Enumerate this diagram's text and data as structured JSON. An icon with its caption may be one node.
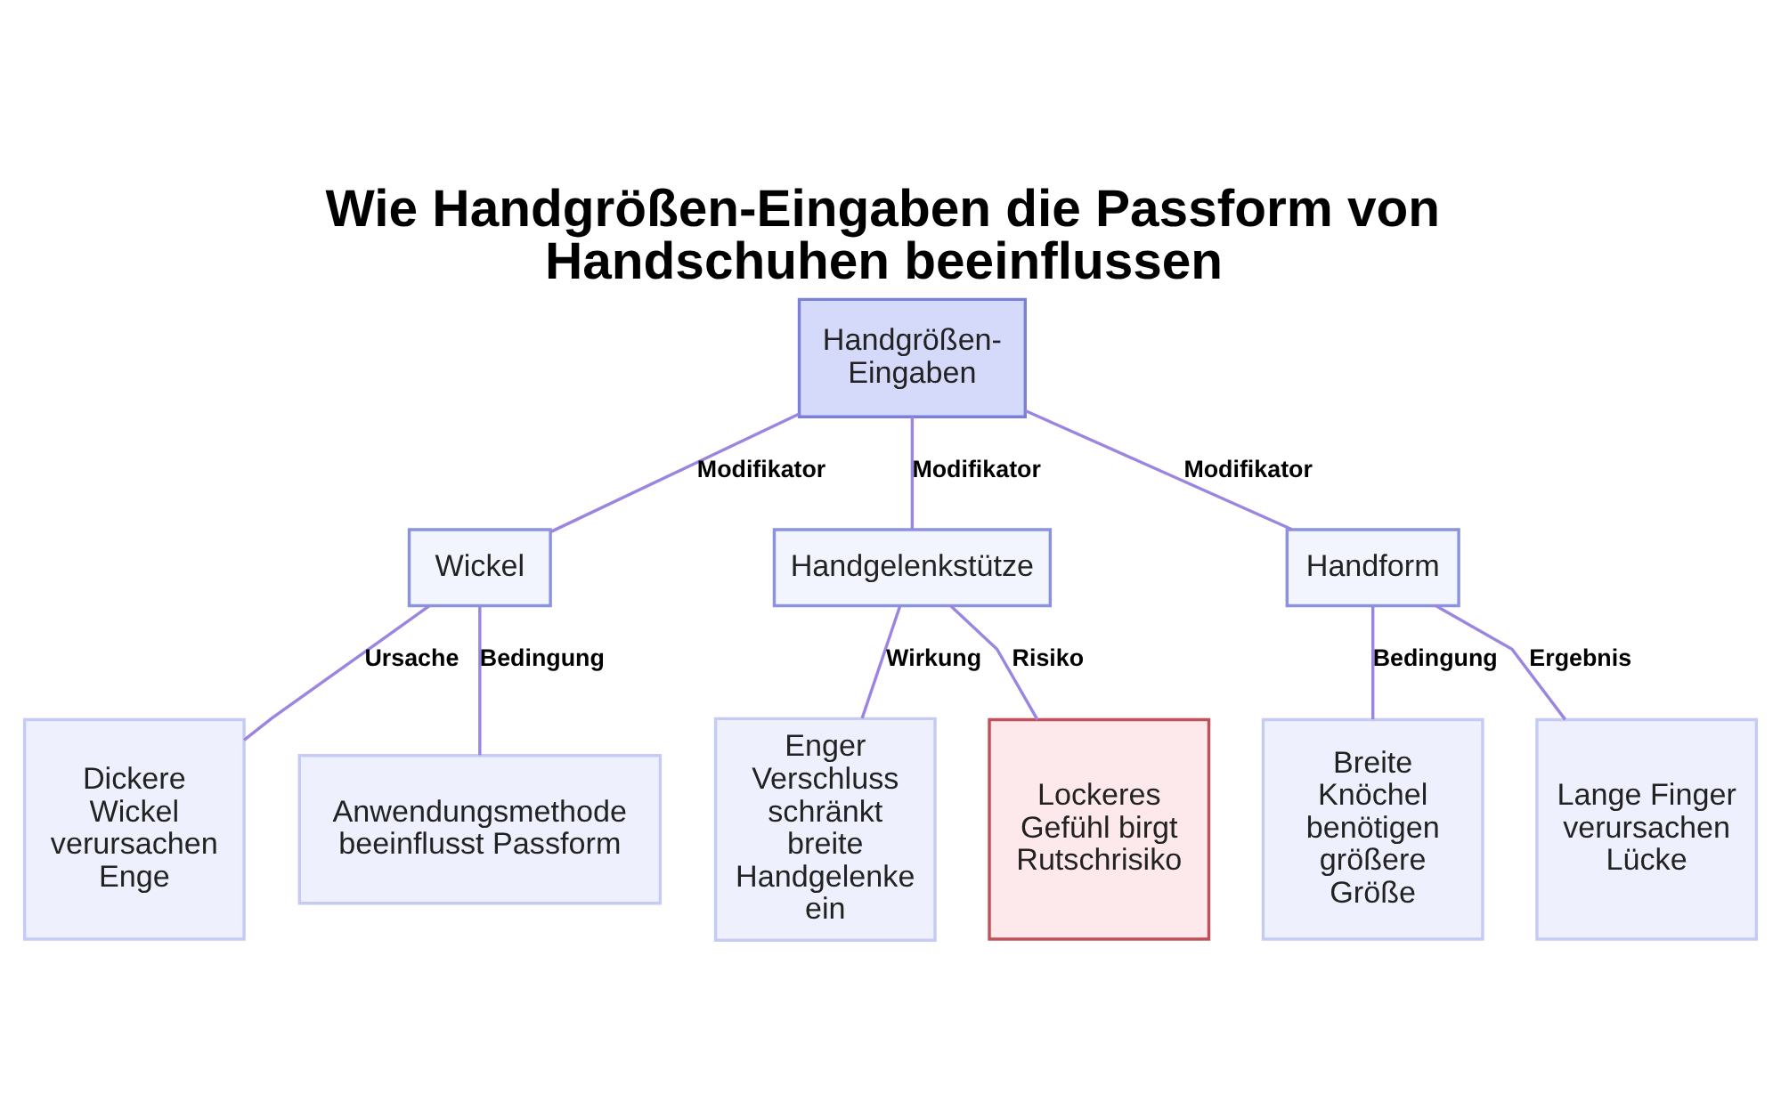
{
  "diagram": {
    "title": "Wie Handgrößen-Eingaben die Passform von Handschuhen beeinflussen",
    "nodes": [
      {
        "text": [
          "Handgrößen-Eingaben"
        ]
      },
      {
        "text": [
          "Wickel"
        ]
      },
      {
        "text": [
          "Handgelenkstütze"
        ]
      },
      {
        "text": [
          "Handform"
        ]
      },
      {
        "text": [
          "Dickere Wickel verursachen Enge"
        ]
      },
      {
        "text": [
          "Anwendungsmethode beeinflusst Passform"
        ]
      },
      {
        "text": [
          "Enger Verschluss schränkt breite Handgelenke ein"
        ]
      },
      {
        "text": [
          "Lockeres Gefühl birgt Rutschrisiko"
        ]
      },
      {
        "text": [
          "Breite Knöchel benötigen größere Größe"
        ]
      },
      {
        "text": [
          "Lange Finger verursachen Lücke"
        ]
      }
    ],
    "edges": [
      {
        "from": 0,
        "to": 1,
        "arrow": "none",
        "label": "Modifikator"
      },
      {
        "from": 0,
        "to": 2,
        "arrow": "none",
        "label": "Modifikator"
      },
      {
        "from": 0,
        "to": 3,
        "arrow": "none",
        "label": "Modifikator"
      },
      {
        "from": 1,
        "to": 4,
        "arrow": "none",
        "label": "Ursache"
      },
      {
        "from": 1,
        "to": 5,
        "arrow": "none",
        "label": "Bedingung"
      },
      {
        "from": 2,
        "to": 6,
        "arrow": "none",
        "label": "Wirkung"
      },
      {
        "from": 2,
        "to": 7,
        "arrow": "none",
        "label": "Risiko"
      },
      {
        "from": 3,
        "to": 8,
        "arrow": "none",
        "label": "Bedingung"
      },
      {
        "from": 3,
        "to": 9,
        "arrow": "none",
        "label": "Ergebnis"
      }
    ]
  }
}
